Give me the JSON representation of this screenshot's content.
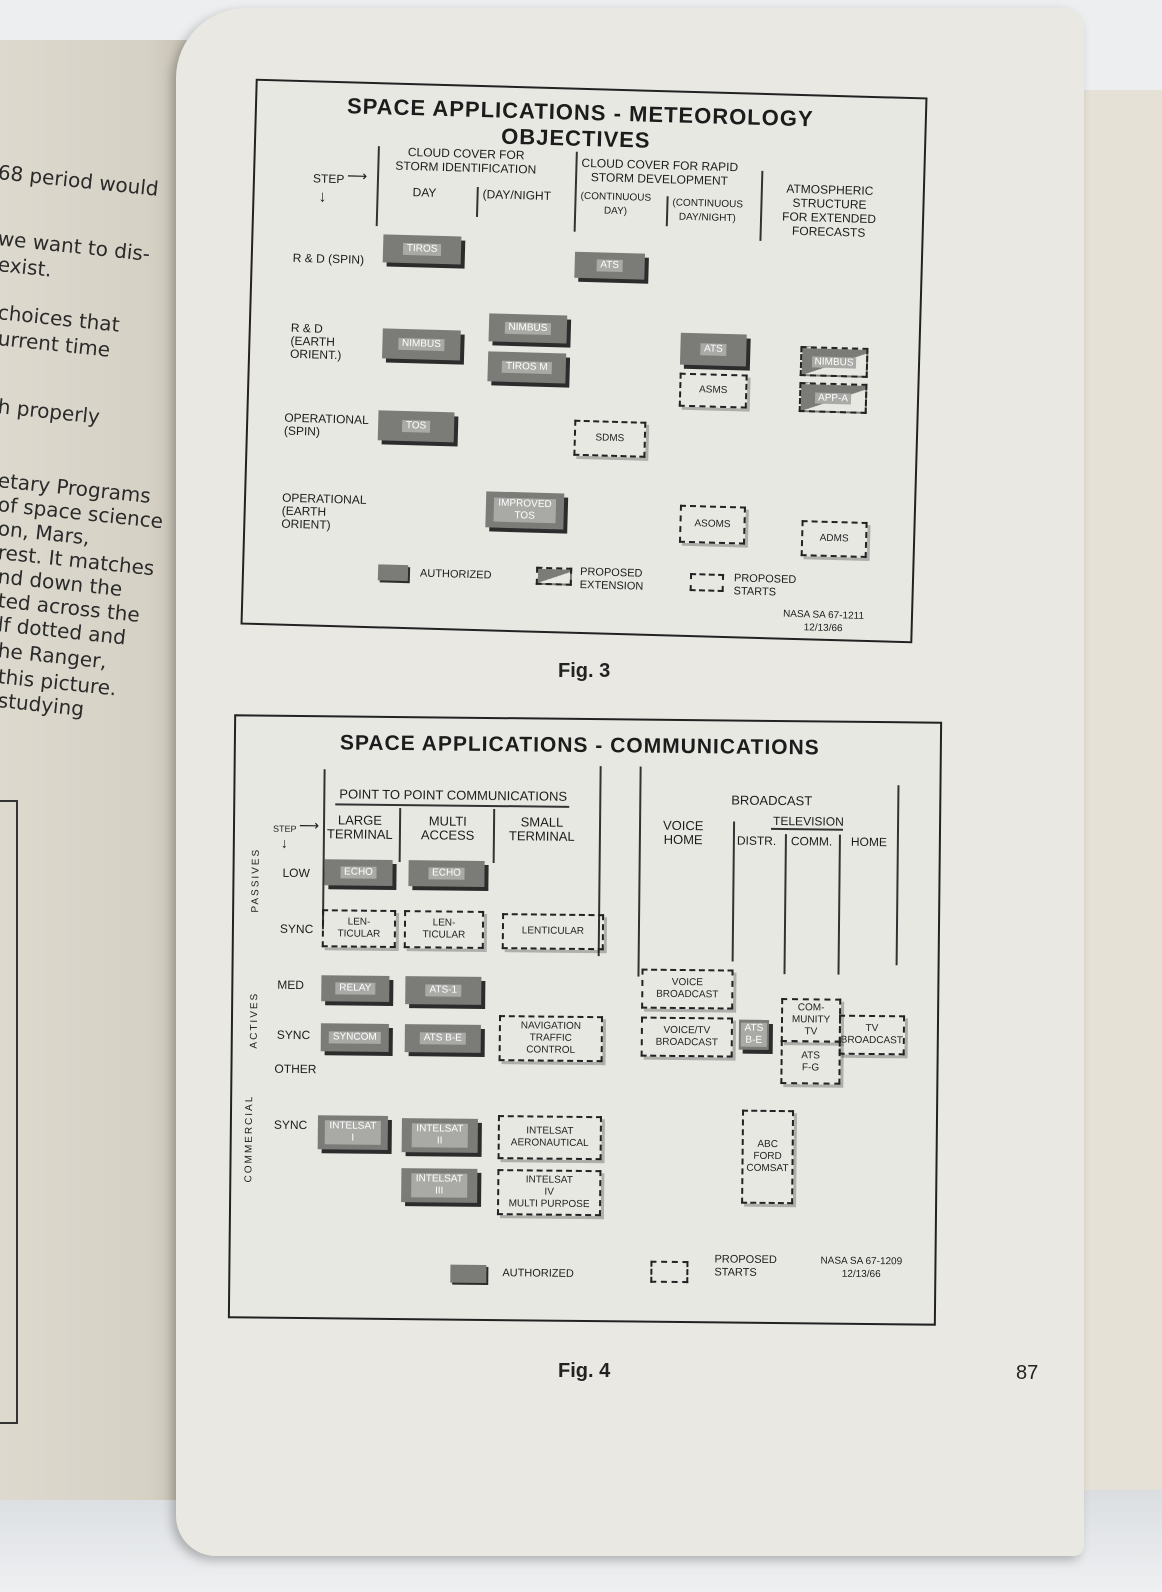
{
  "left_page": {
    "lines": [
      "68 period would",
      "we want to dis-",
      "exist.",
      "choices that",
      "urrent time",
      "h properly",
      "etary Programs",
      "of space science",
      "on, Mars,",
      "rest.  It matches",
      "nd down the",
      "ted across the",
      "lf dotted and",
      "he Ranger,",
      "this picture.",
      "studying"
    ]
  },
  "fig3": {
    "title1": "SPACE APPLICATIONS - METEOROLOGY",
    "title2": "OBJECTIVES",
    "step": "STEP",
    "col_cloud": "CLOUD COVER FOR\nSTORM IDENTIFICATION",
    "col_day": "DAY",
    "col_daynight": "(DAY/NIGHT",
    "col_rapid": "CLOUD COVER FOR RAPID\nSTORM DEVELOPMENT",
    "col_cont_day": "(CONTINUOUS\nDAY)",
    "col_cont_dn": "(CONTINUOUS\nDAY/NIGHT)",
    "col_atmos": "ATMOSPHERIC\nSTRUCTURE\nFOR EXTENDED\nFORECASTS",
    "row1": "R & D (SPIN)",
    "row2": "R & D\n(EARTH\nORIENT.)",
    "row3": "OPERATIONAL\n(SPIN)",
    "row4": "OPERATIONAL\n(EARTH\nORIENT)",
    "tiros": "TIROS",
    "ats1": "ATS",
    "nimbus1": "NIMBUS",
    "nimbus2": "NIMBUS",
    "tiros_m": "TIROS M",
    "ats2": "ATS",
    "asms": "ASMS",
    "nimbus3": "NIMBUS",
    "app_a": "APP-A",
    "tos": "TOS",
    "sdms": "SDMS",
    "improved_tos": "IMPROVED\nTOS",
    "asoms": "ASOMS",
    "adms": "ADMS",
    "legend_authorized": "AUTHORIZED",
    "legend_extension": "PROPOSED\nEXTENSION",
    "legend_starts": "PROPOSED\nSTARTS",
    "ref": "NASA SA 67-1211\n12/13/66",
    "caption": "Fig. 3"
  },
  "fig4": {
    "title": "SPACE APPLICATIONS - COMMUNICATIONS",
    "p2p": "POINT TO POINT COMMUNICATIONS",
    "large": "LARGE\nTERMINAL",
    "multi": "MULTI\nACCESS",
    "small": "SMALL\nTERMINAL",
    "broadcast": "BROADCAST",
    "voice_home": "VOICE\nHOME",
    "television": "TELEVISION",
    "distr": "DISTR.",
    "comm": "COMM.",
    "home": "HOME",
    "step": "STEP",
    "passives": "PASSIVES",
    "actives": "ACTIVES",
    "commercial": "COMMERCIAL",
    "low": "LOW",
    "sync1": "SYNC",
    "med": "MED",
    "sync2": "SYNC",
    "other": "OTHER",
    "sync3": "SYNC",
    "echo1": "ECHO",
    "echo2": "ECHO",
    "lent1": "LEN-\nTICULAR",
    "lent2": "LEN-\nTICULAR",
    "lent3": "LENTICULAR",
    "relay": "RELAY",
    "ats1": "ATS-1",
    "syncom": "SYNCOM",
    "atsbe": "ATS B-E",
    "nav": "NAVIGATION\nTRAFFIC\nCONTROL",
    "voice_bc": "VOICE\nBROADCAST",
    "voice_tv": "VOICE/TV\nBROADCAST",
    "ats_be_small": "ATS\nB-E",
    "community": "COM-\nMUNITY\nTV",
    "ats_fg": "ATS\nF-G",
    "tv_bc": "TV\nBROADCAST",
    "intelsat1": "INTELSAT\nI",
    "intelsat2": "INTELSAT\nII",
    "intelsat_aero": "INTELSAT\nAERONAUTICAL",
    "intelsat3": "INTELSAT\nIII",
    "intelsat4": "INTELSAT\nIV\nMULTI PURPOSE",
    "abc": "ABC\nFORD\nCOMSAT",
    "legend_authorized": "AUTHORIZED",
    "legend_starts": "PROPOSED\nSTARTS",
    "ref": "NASA SA 67-1209\n12/13/66",
    "caption": "Fig. 4"
  },
  "page_number": "87",
  "colors": {
    "box_fill": "#7b7b78",
    "paper": "#e9e8e2",
    "ink": "#1c1c1c"
  }
}
